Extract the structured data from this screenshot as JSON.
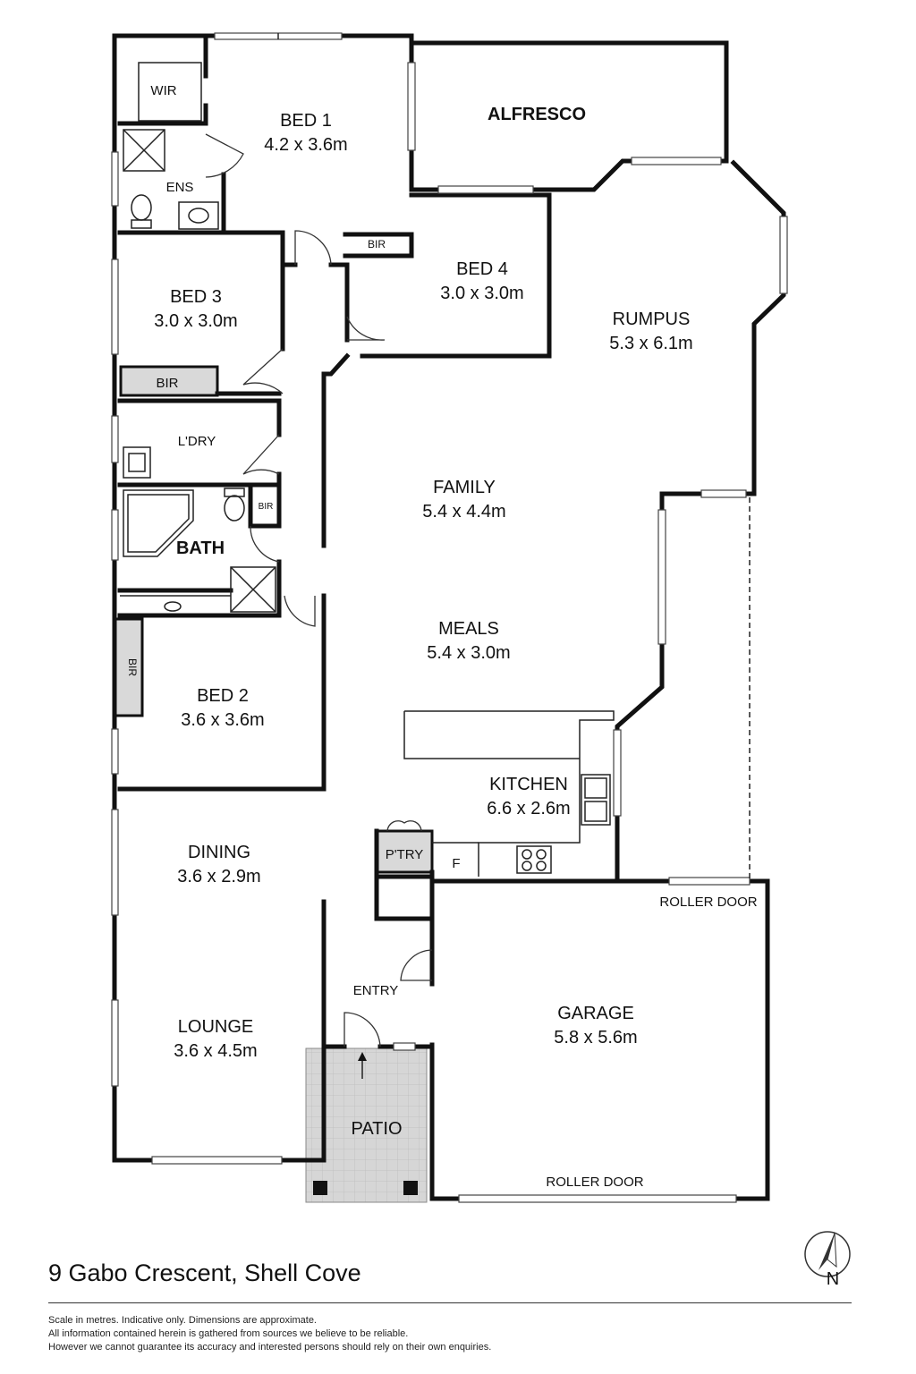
{
  "rooms": {
    "wir": {
      "name": "WIR"
    },
    "bed1": {
      "name": "BED 1",
      "size": "4.2 x 3.6m"
    },
    "alfresco": {
      "name": "ALFRESCO"
    },
    "ens": {
      "name": "ENS"
    },
    "bir_bed4": {
      "name": "BIR"
    },
    "bed4": {
      "name": "BED 4",
      "size": "3.0 x 3.0m"
    },
    "rumpus": {
      "name": "RUMPUS",
      "size": "5.3 x 6.1m"
    },
    "bed3": {
      "name": "BED 3",
      "size": "3.0 x 3.0m"
    },
    "bir_bed3": {
      "name": "BIR"
    },
    "laundry": {
      "name": "L'DRY"
    },
    "family": {
      "name": "FAMILY",
      "size": "5.4 x 4.4m"
    },
    "bir_bath": {
      "name": "BIR"
    },
    "bath": {
      "name": "BATH"
    },
    "meals": {
      "name": "MEALS",
      "size": "5.4 x 3.0m"
    },
    "bir_bed2": {
      "name": "BIR"
    },
    "bed2": {
      "name": "BED 2",
      "size": "3.6 x 3.6m"
    },
    "kitchen": {
      "name": "KITCHEN",
      "size": "6.6 x 2.6m"
    },
    "pantry": {
      "name": "P'TRY"
    },
    "fridge": {
      "name": "F"
    },
    "dining": {
      "name": "DINING",
      "size": "3.6 x 2.9m"
    },
    "entry": {
      "name": "ENTRY"
    },
    "garage": {
      "name": "GARAGE",
      "size": "5.8 x 5.6m"
    },
    "lounge": {
      "name": "LOUNGE",
      "size": "3.6 x 4.5m"
    },
    "patio": {
      "name": "PATIO"
    }
  },
  "labels": {
    "roller_door_top": "ROLLER DOOR",
    "roller_door_bottom": "ROLLER DOOR"
  },
  "compass": {
    "letter": "N"
  },
  "footer": {
    "address": "9 Gabo Crescent, Shell Cove",
    "disclaimer": [
      "Scale in metres. Indicative only. Dimensions are approximate.",
      "All information contained herein is gathered from sources we believe to be reliable.",
      "However we cannot guarantee its accuracy and interested persons should rely on their own enquiries."
    ]
  },
  "colors": {
    "wall": "#111111",
    "built_in_fill": "#d9d9d9",
    "patio_fill": "#d4d4d4"
  }
}
